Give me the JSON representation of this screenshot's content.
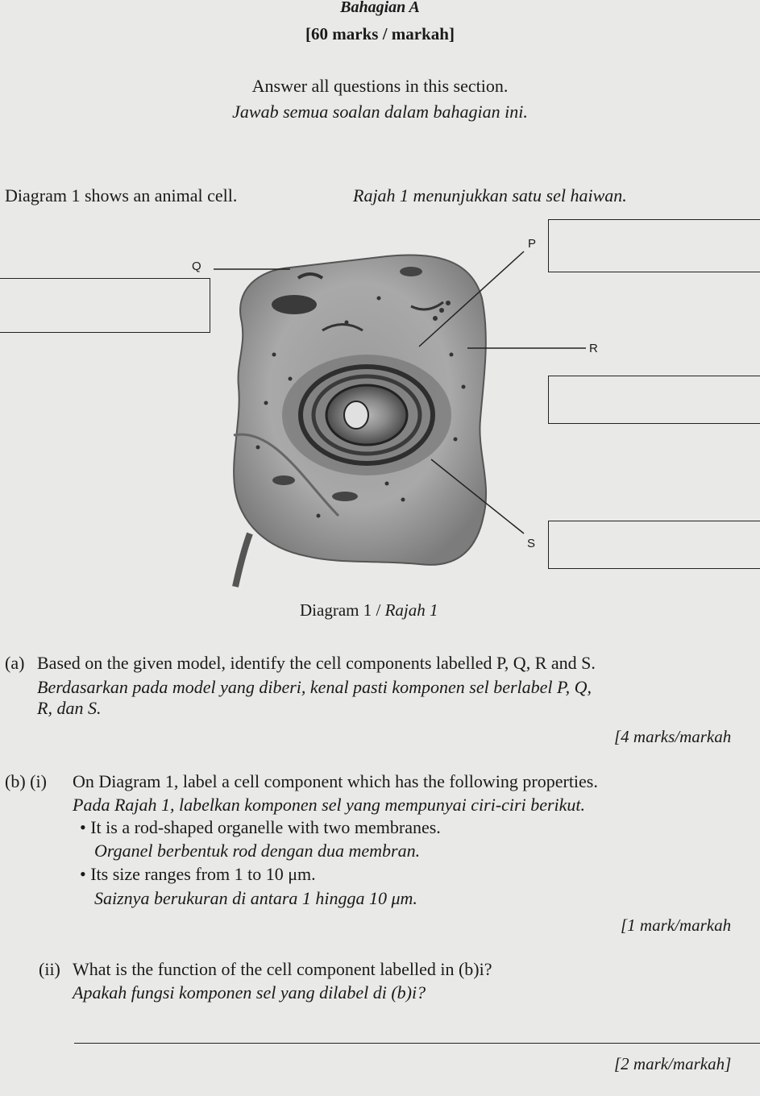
{
  "header": {
    "section": "Bahagian A",
    "marks": "[60 marks / markah]",
    "instr_en": "Answer all questions in this section.",
    "instr_my": "Jawab semua soalan dalam bahagian ini."
  },
  "intro": {
    "en": "Diagram 1 shows an animal cell.",
    "my": "Rajah 1 menunjukkan satu sel haiwan."
  },
  "diagram": {
    "labels": {
      "p": "P",
      "q": "Q",
      "r": "R",
      "s": "S"
    },
    "caption_en": "Diagram 1 / ",
    "caption_my": "Rajah 1"
  },
  "qa": {
    "num": "(a)",
    "en": "Based on the given model, identify the cell components labelled P, Q, R and S.",
    "my_line1": "Berdasarkan pada model yang diberi, kenal pasti komponen sel berlabel P, Q,",
    "my_line2": "R, dan S.",
    "marks": "[4 marks/markah"
  },
  "qb": {
    "num": "(b) (i)",
    "en": "On Diagram 1, label a cell component which has the following properties.",
    "my": "Pada Rajah 1, labelkan komponen sel yang mempunyai ciri-ciri berikut.",
    "bullets": [
      {
        "en": "It is a rod-shaped organelle with two membranes.",
        "my": "Organel berbentuk rod dengan dua membran."
      },
      {
        "en": "Its size ranges from 1 to 10 μm.",
        "my": "Saiznya berukuran di antara 1 hingga 10 μm."
      }
    ],
    "marks": "[1 mark/markah"
  },
  "qb2": {
    "num": "(ii)",
    "en": "What is the function of the cell component labelled in (b)i?",
    "my": "Apakah fungsi komponen sel yang dilabel di (b)i?",
    "marks": "[2 mark/markah]"
  }
}
